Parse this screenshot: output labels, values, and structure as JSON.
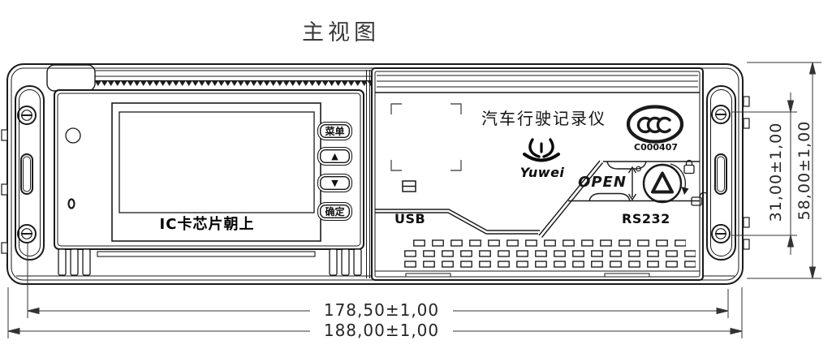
{
  "title": "主视图",
  "device": {
    "left_module": {
      "buttons": [
        {
          "label": "菜单"
        },
        {
          "label": "▲"
        },
        {
          "label": "▼"
        },
        {
          "label": "确定"
        }
      ],
      "card_slot_label": "IC卡芯片朝上"
    },
    "right_module": {
      "product_name": "汽车行驶记录仪",
      "ccc_code": "C000407",
      "brand": "Yuwei",
      "open_label": "OPEN",
      "usb_label": "USB",
      "rs232_label": "RS232"
    }
  },
  "dimensions": {
    "inner_width": "178,50±1,00",
    "outer_width": "188,00±1,00",
    "inner_height": "31,00±1,00",
    "outer_height": "58,00±1,00"
  },
  "colors": {
    "line": "#1a1a1a",
    "background": "#ffffff"
  }
}
